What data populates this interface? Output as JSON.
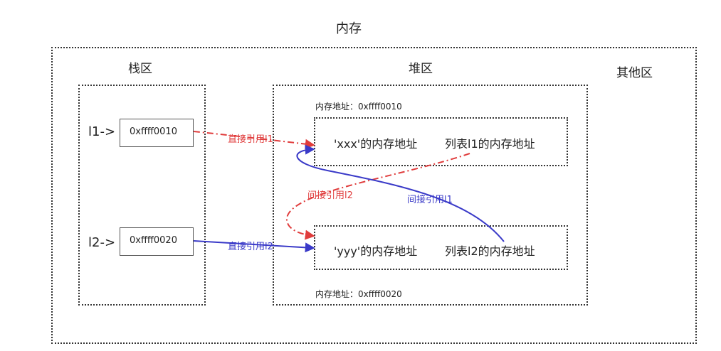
{
  "title": "内存",
  "regions": {
    "stack": "栈区",
    "heap": "堆区",
    "other": "其他区"
  },
  "stack": {
    "l1": {
      "label": "l1->",
      "value": "0xffff0010"
    },
    "l2": {
      "label": "l2->",
      "value": "0xffff0020"
    }
  },
  "heap": {
    "obj1": {
      "address_label": "内存地址：0xffff0010",
      "cell_a": "'xxx'的内存地址",
      "cell_b": "列表l1的内存地址"
    },
    "obj2": {
      "address_label": "内存地址：0xffff0020",
      "cell_a": "'yyy'的内存地址",
      "cell_b": "列表l2的内存地址"
    }
  },
  "arrows": {
    "direct1": "直接引用l1",
    "direct2": "直接引用l2",
    "indirect2": "间接引用l2",
    "indirect1": "间接引用l1"
  },
  "colors": {
    "red": "#e03c3c",
    "blue": "#3a3ac8"
  }
}
